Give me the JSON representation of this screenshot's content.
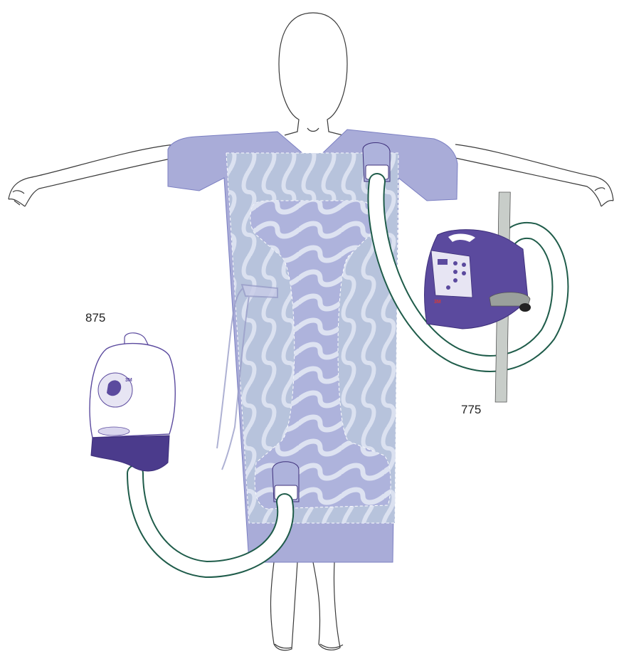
{
  "labels": {
    "left_unit": "875",
    "right_unit": "775"
  },
  "logos": {
    "left_unit_brand": "3M",
    "right_unit_brand": "3M"
  },
  "colors": {
    "gown": "#a9acd8",
    "gown_stroke": "#7b7fc2",
    "panel": "#b7c3dc",
    "panel_inner": "#aeb3dc",
    "wave": "#dfe4f2",
    "hose": "#ffffff",
    "hose_stroke": "#1f5c4a",
    "device_purple": "#5b4a9e",
    "device_dark": "#3d2f7a",
    "outline": "#3a3a3a"
  }
}
